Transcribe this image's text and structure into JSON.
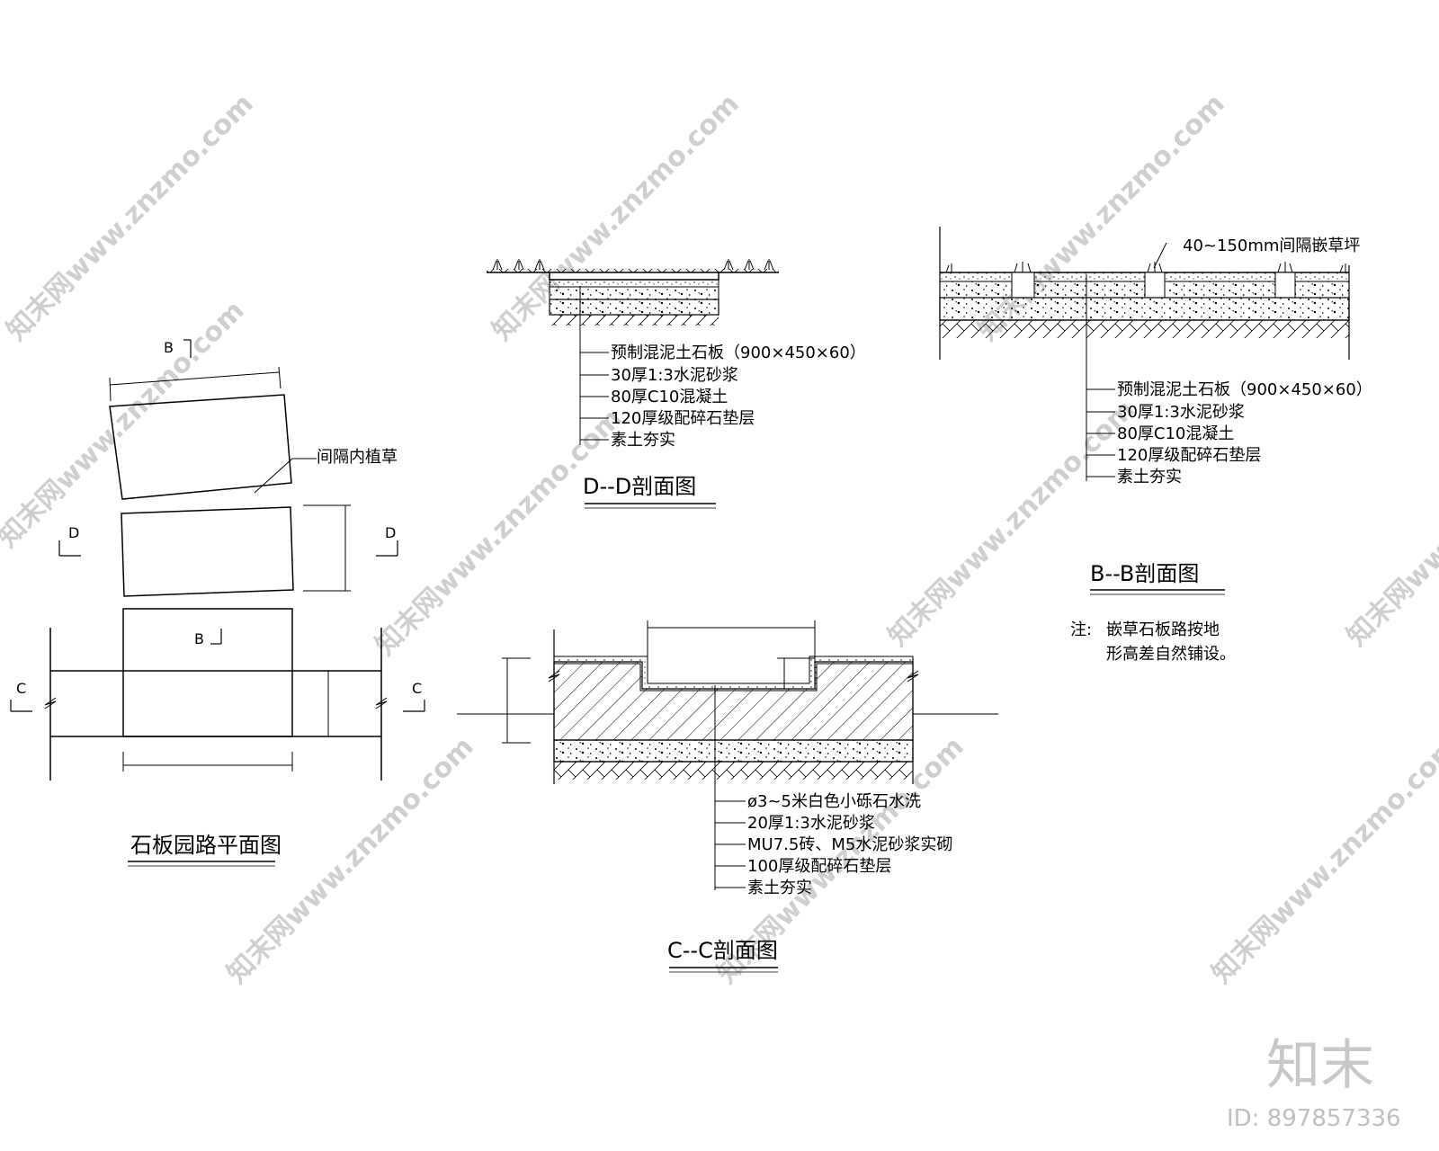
{
  "watermark": {
    "text": "知末网www.znzmo.com"
  },
  "brand": {
    "logo": "知末",
    "id_label": "ID: 897857336"
  },
  "plan": {
    "title": "石板园路平面图",
    "note_grass": "间隔内植草",
    "marks": {
      "b": "B",
      "d": "D",
      "c": "C"
    }
  },
  "section_dd": {
    "title": "D--D剖面图",
    "layers": [
      "预制混泥土石板（900×450×60）",
      "30厚1:3水泥砂浆",
      "80厚C10混凝土",
      "120厚级配碎石垫层",
      "素土夯实"
    ]
  },
  "section_bb": {
    "title": "B--B剖面图",
    "top_note": "40~150mm间隔嵌草坪",
    "layers": [
      "预制混泥土石板（900×450×60）",
      "30厚1:3水泥砂浆",
      "80厚C10混凝土",
      "120厚级配碎石垫层",
      "素土夯实"
    ],
    "note_prefix": "注:",
    "note_line1": "嵌草石板路按地",
    "note_line2": "形高差自然铺设。"
  },
  "section_cc": {
    "title": "C--C剖面图",
    "layers": [
      "ø3~5米白色小砾石水洗",
      "20厚1:3水泥砂浆",
      "MU7.5砖、M5水泥砂浆实砌",
      "100厚级配碎石垫层",
      "素土夯实"
    ]
  }
}
